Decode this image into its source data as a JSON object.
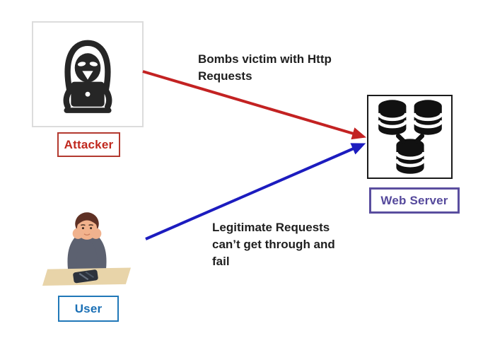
{
  "nodes": {
    "attacker": {
      "label": "Attacker",
      "icon": "hooded-hacker-with-laptop-icon",
      "text_color": "#c0281e",
      "border_color": "#b3392f"
    },
    "user": {
      "label": "User",
      "icon": "person-at-desk-with-phone-illustration",
      "text_color": "#1a6fb5",
      "border_color": "#2078b8"
    },
    "web_server": {
      "label": "Web Server",
      "icon": "database-cluster-icon",
      "text_color": "#55499c",
      "border_color": "#5a4e9f"
    }
  },
  "flows": {
    "attack": {
      "from": "attacker",
      "to": "web_server",
      "color": "#c32222",
      "lines": [
        "Bombs victim with Http",
        "Requests"
      ]
    },
    "legitimate": {
      "from": "user",
      "to": "web_server",
      "color": "#1c1cbf",
      "lines": [
        "Legitimate Requests",
        "can’t get through and",
        "fail"
      ]
    }
  }
}
